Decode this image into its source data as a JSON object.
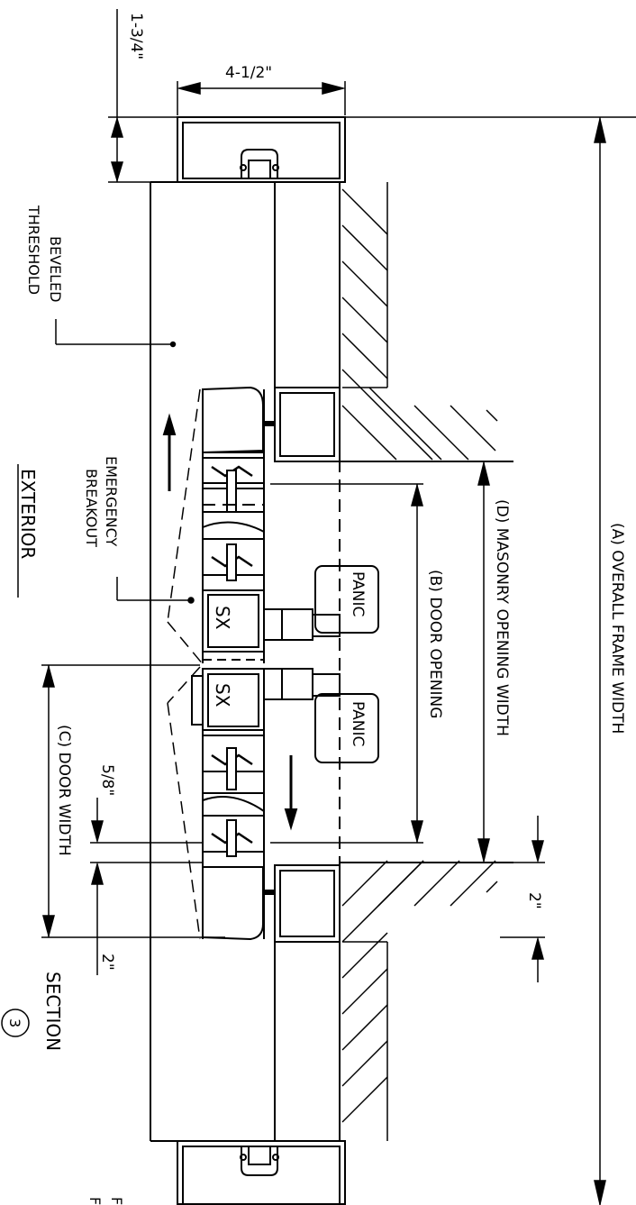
{
  "drawing": {
    "section_title": "SECTION",
    "section_number": "3",
    "side_label": "EXTERIOR",
    "dims": {
      "overall_frame_width": "(A) OVERALL FRAME WIDTH",
      "masonry_opening_width": "(D) MASONRY OPENING WIDTH",
      "door_opening": "(B) DOOR OPENING",
      "door_width": "(C) DOOR WIDTH",
      "frame_depth": "4-1/2\"",
      "frame_face": "1-3/4\"",
      "gap_5_8": "5/8\"",
      "gap_2_left": "2\"",
      "gap_2_right": "2\""
    },
    "callouts": {
      "beveled_line1": "BEVELED",
      "beveled_line2": "THRESHOLD",
      "emergency_line1": "EMERGENCY",
      "emergency_line2": "BREAKOUT"
    },
    "hardware": {
      "panic_label": "PANIC",
      "sx_label": "SX"
    },
    "cut_text": "F"
  }
}
